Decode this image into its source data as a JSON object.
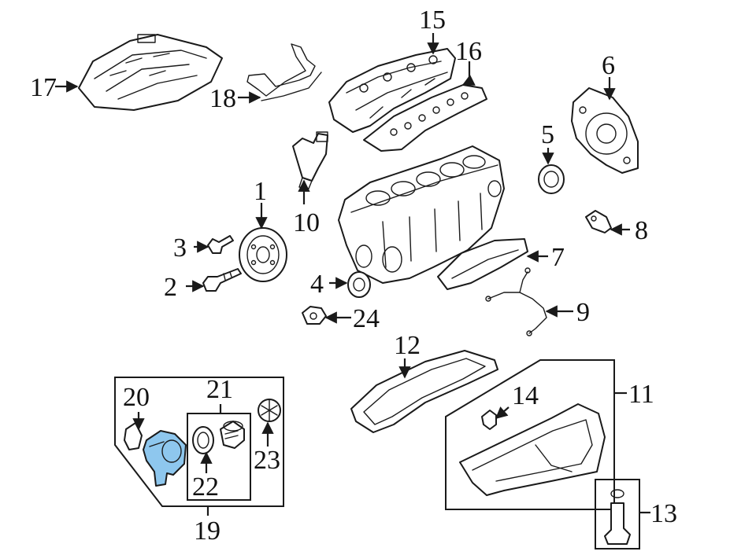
{
  "callouts": {
    "c1": "1",
    "c2": "2",
    "c3": "3",
    "c4": "4",
    "c5": "5",
    "c6": "6",
    "c7": "7",
    "c8": "8",
    "c9": "9",
    "c10": "10",
    "c11": "11",
    "c12": "12",
    "c13": "13",
    "c14": "14",
    "c15": "15",
    "c16": "16",
    "c17": "17",
    "c18": "18",
    "c19": "19",
    "c20": "20",
    "c21": "21",
    "c22": "22",
    "c23": "23",
    "c24": "24"
  },
  "colors": {
    "line": "#1a1a1a",
    "highlight": "#8ec7ee",
    "background": "#ffffff"
  }
}
